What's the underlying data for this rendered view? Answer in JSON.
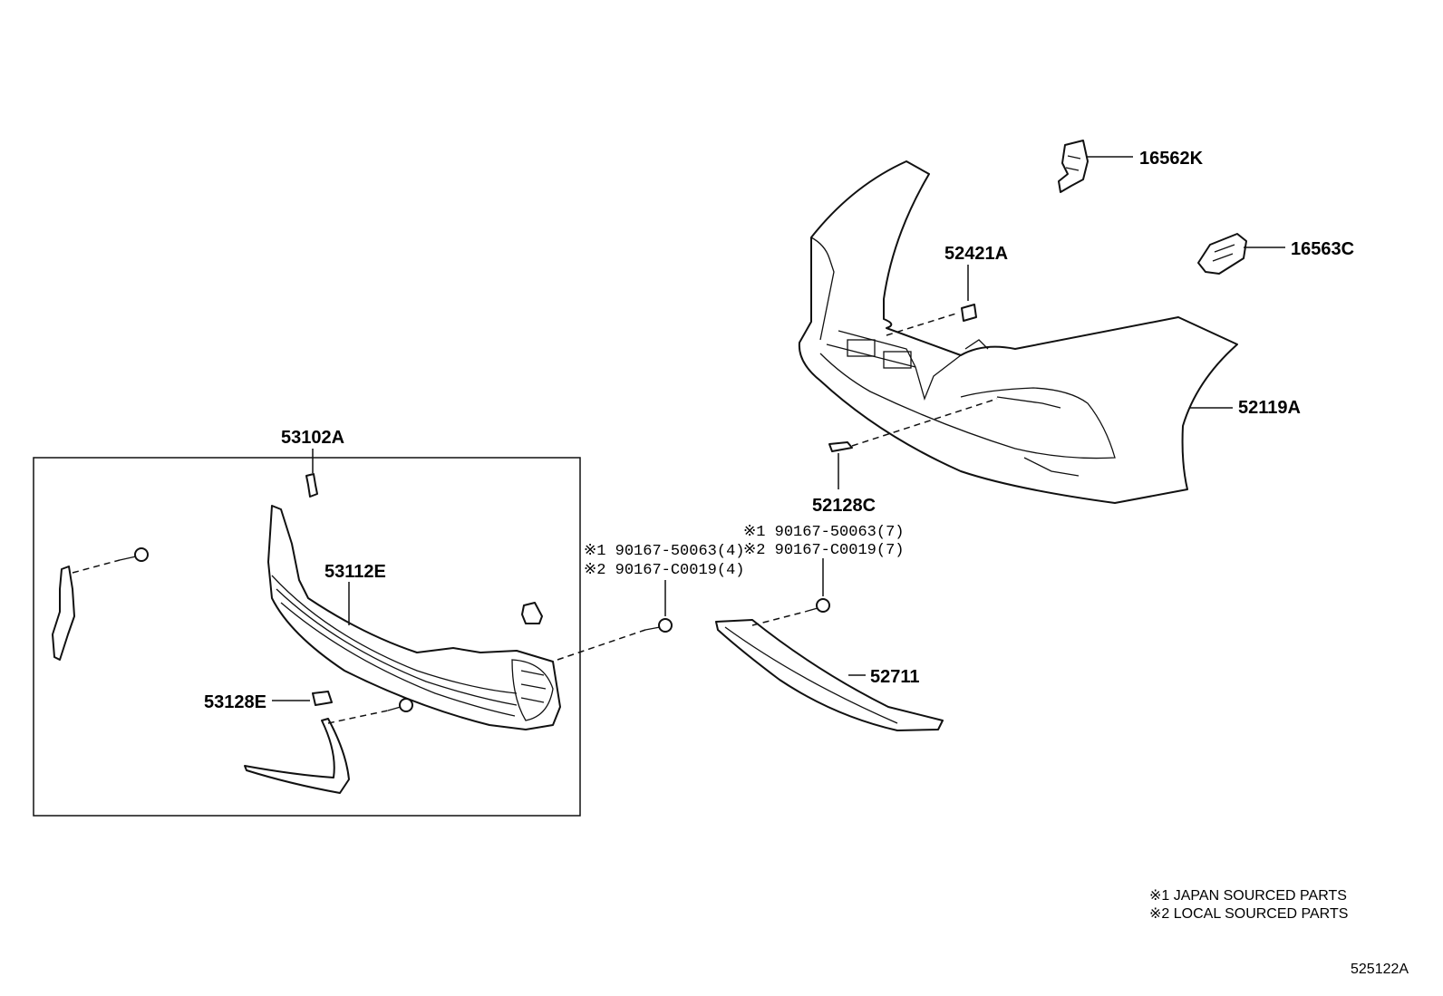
{
  "diagram_id": "525122A",
  "labels": {
    "p16562K": "16562K",
    "p16563C": "16563C",
    "p52421A": "52421A",
    "p52119A": "52119A",
    "p52128C": "52128C",
    "p53102A": "53102A",
    "p53112E": "53112E",
    "p53128E": "53128E",
    "p52711": "52711",
    "boltA_line1": "※1 90167-50063(4)",
    "boltA_line2": "※2 90167-C0019(4)",
    "boltB_line1": "※1 90167-50063(7)",
    "boltB_line2": "※2 90167-C0019(7)"
  },
  "legend": {
    "note1": "※1 JAPAN SOURCED PARTS",
    "note2": "※2 LOCAL SOURCED PARTS"
  }
}
